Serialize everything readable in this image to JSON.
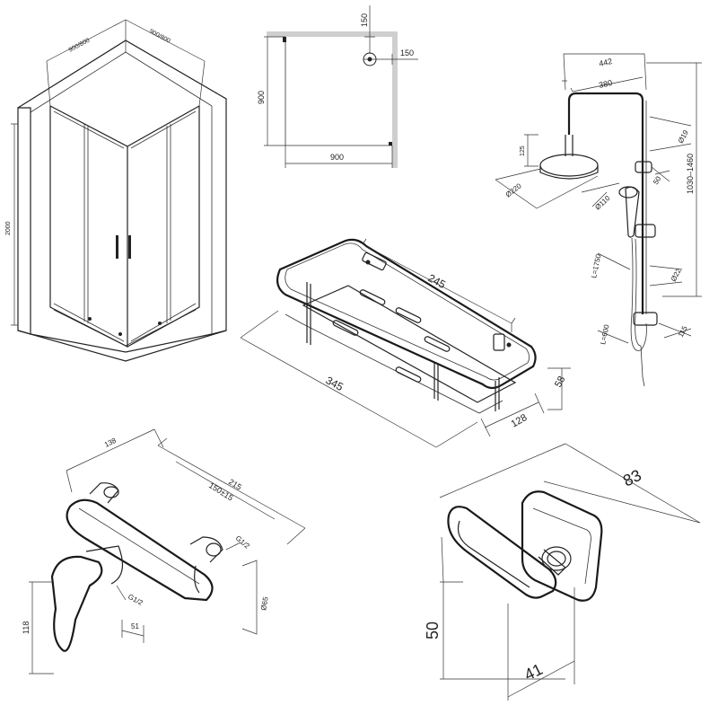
{
  "panels": {
    "cabin": {
      "dims": {
        "depth": "900/800",
        "width": "900/800",
        "height": "2000"
      }
    },
    "plan": {
      "dims": {
        "width": "900",
        "depth": "900",
        "offset_top": "150",
        "offset_side": "150"
      }
    },
    "shower_set": {
      "dims": {
        "arm_total": "442",
        "arm": "380",
        "head_height": "125",
        "head_diameter": "Ø220",
        "bracket": "Ø19",
        "slider_gap": "50",
        "total_height": "1030–1460",
        "hand_shower": "Ø110",
        "hose_upper": "L=1750",
        "bar": "Ø22",
        "hose_lower": "L=600",
        "mixer_offset": "115"
      }
    },
    "basket": {
      "dims": {
        "inner_length": "245",
        "length": "345",
        "height": "58",
        "depth": "128"
      }
    },
    "mixer": {
      "dims": {
        "depth": "138",
        "width": "215",
        "centres": "150±15",
        "thread_right": "G1/2",
        "thread_left": "G1/2",
        "escutcheon": "Ø65",
        "height": "118",
        "offset": "51"
      }
    },
    "hook": {
      "dims": {
        "length": "83",
        "height": "50",
        "depth": "41"
      }
    }
  }
}
